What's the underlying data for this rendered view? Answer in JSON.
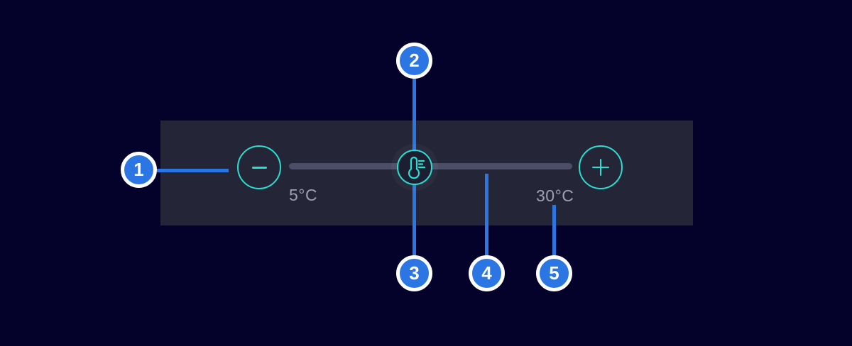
{
  "colors": {
    "background": "#04022a",
    "panel": "#242638",
    "accent_teal": "#2adfd0",
    "track_gray": "#4b4e66",
    "label_gray": "#9da0b1",
    "callout_blue": "#2b76e2",
    "callout_ring_white": "#ffffff",
    "thumb_fill": "#1c1f31"
  },
  "slider": {
    "min_label": "5°C",
    "max_label": "30°C",
    "decrease_icon": "minus-icon",
    "increase_icon": "plus-icon",
    "thumb_icon": "thermometer-icon"
  },
  "callouts": [
    {
      "number": "1"
    },
    {
      "number": "2"
    },
    {
      "number": "3"
    },
    {
      "number": "4"
    },
    {
      "number": "5"
    }
  ]
}
